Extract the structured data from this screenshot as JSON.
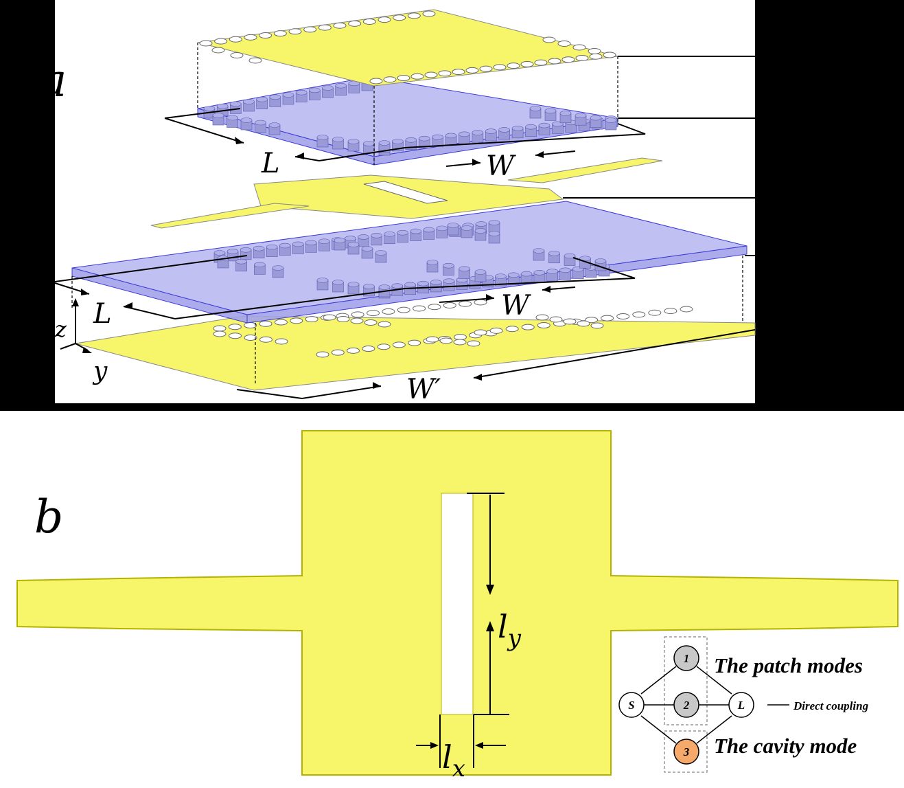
{
  "panel_a": {
    "label": "a",
    "dims": {
      "L_top": "L",
      "W_top": "W",
      "L_bottom": "L",
      "W_bottom": "W",
      "W_prime": "W′"
    },
    "axes": {
      "z": "z",
      "y": "y"
    }
  },
  "panel_b": {
    "label": "b",
    "dims": {
      "ly": "l",
      "ly_sub": "y",
      "lx": "l",
      "lx_sub": "x"
    }
  },
  "coupling": {
    "nodes": {
      "source": "S",
      "n1": "1",
      "n2": "2",
      "n3": "3",
      "load": "L"
    },
    "labels": {
      "patch_modes": "The patch modes",
      "direct_coupling": "Direct coupling",
      "cavity_mode": "The cavity mode"
    },
    "colors": {
      "patch_node": "#c8c8c8",
      "cavity_node": "#f5a96a"
    }
  },
  "colors": {
    "metal": "#f7f56a",
    "substrate": "#b9b9f2",
    "via": "#9a9ad8",
    "background": "#000000"
  }
}
